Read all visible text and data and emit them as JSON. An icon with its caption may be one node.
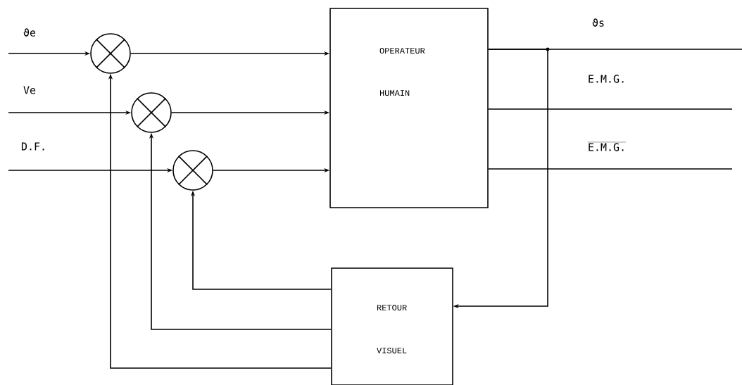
{
  "diagram": {
    "nodes": [
      {
        "text": [],
        "shape": "circle"
      },
      {
        "text": [],
        "shape": "circle"
      },
      {
        "text": [],
        "shape": "circle"
      },
      {
        "text": [
          "OPERATEUR HUMAIN"
        ]
      },
      {
        "text": [
          "RETOUR VISUEL"
        ]
      }
    ],
    "edges": [
      {
        "from": null,
        "to": 0,
        "arrow": "to",
        "label": "ϑe"
      },
      {
        "from": null,
        "to": 1,
        "arrow": "to",
        "label": "Ve"
      },
      {
        "from": null,
        "to": 2,
        "arrow": "to",
        "label": "D.F."
      },
      {
        "from": 0,
        "to": 3,
        "arrow": "to"
      },
      {
        "from": 1,
        "to": 3,
        "arrow": "to"
      },
      {
        "from": 2,
        "to": 3,
        "arrow": "to"
      },
      {
        "from": 3,
        "to": null,
        "arrow": "none",
        "label": "ϑs"
      },
      {
        "from": 3,
        "to": null,
        "arrow": "none",
        "label": "E.M.G."
      },
      {
        "from": 3,
        "to": null,
        "arrow": "none",
        "label": "E.M.G."
      },
      {
        "from": 3,
        "to": 4,
        "arrow": "to"
      },
      {
        "from": 4,
        "to": 2,
        "arrow": "to"
      },
      {
        "from": 4,
        "to": 1,
        "arrow": "to"
      },
      {
        "from": 4,
        "to": 0,
        "arrow": "to"
      }
    ]
  }
}
